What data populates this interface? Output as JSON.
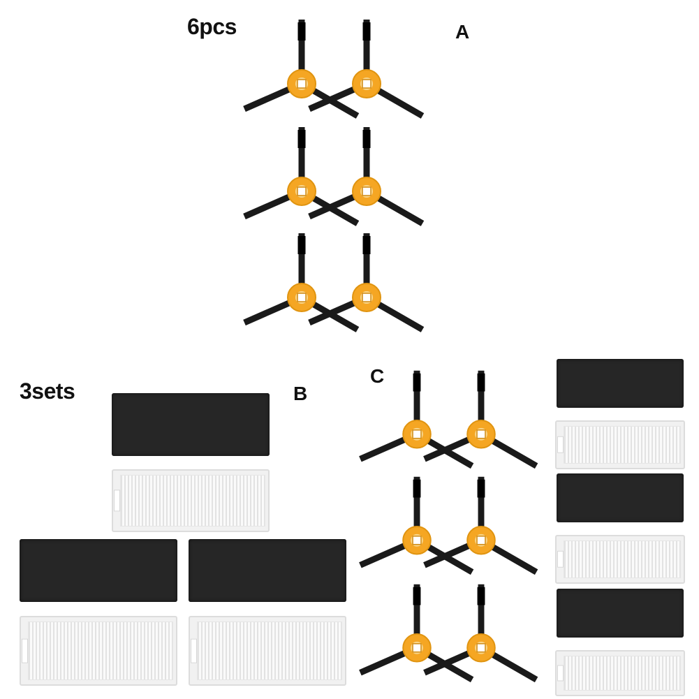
{
  "labels": {
    "set_a_count": "6pcs",
    "set_a_letter": "A",
    "set_b_count": "3sets",
    "set_b_letter": "B",
    "set_c_letter": "C"
  },
  "colors": {
    "brush_arm": "#1a1a1a",
    "brush_hub": "#f5a623",
    "sponge": "#262626",
    "hepa": "#f1f1f1"
  },
  "products": {
    "set_a": {
      "side_brushes": 6
    },
    "set_b": {
      "sponge_filters": 3,
      "hepa_filters": 3
    },
    "set_c": {
      "side_brushes": 6,
      "sponge_filters": 3,
      "hepa_filters": 3
    }
  }
}
